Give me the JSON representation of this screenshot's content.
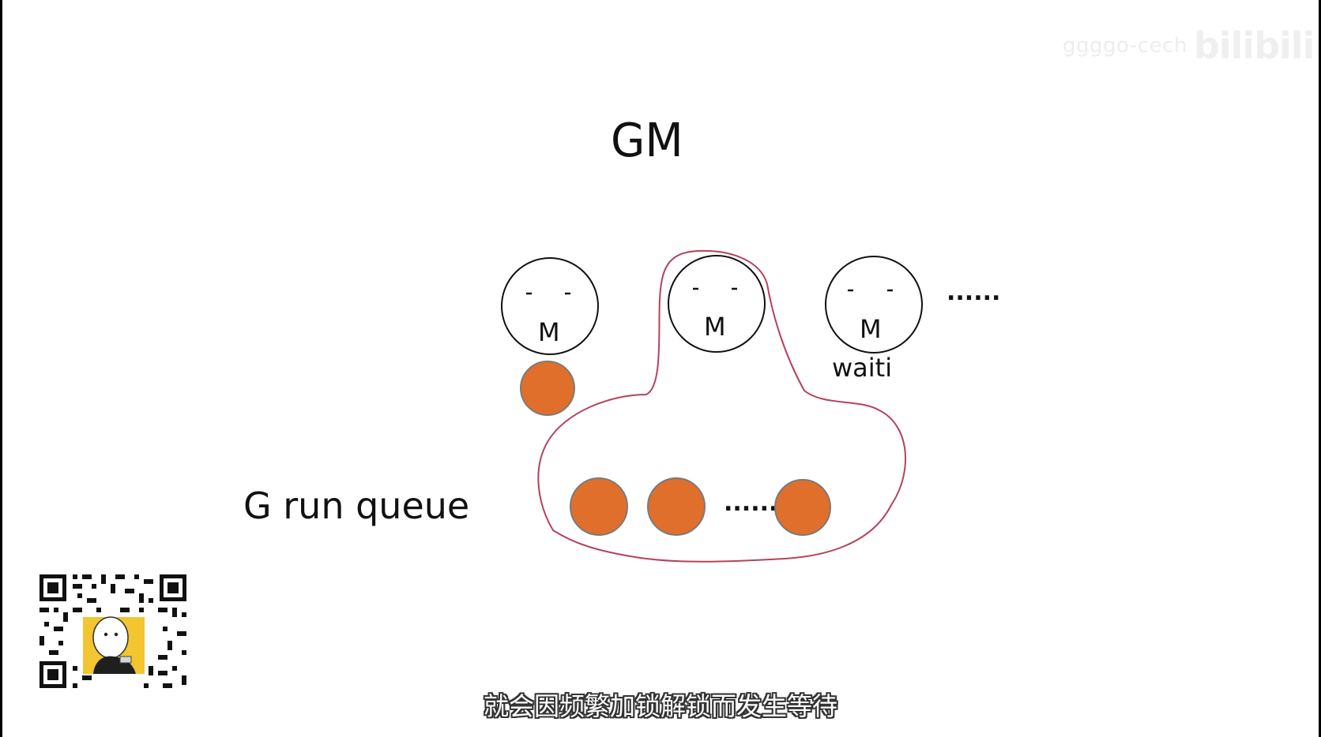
{
  "watermark": {
    "channel_id": "ggggo-cech",
    "logo_text": "bilibili"
  },
  "slide": {
    "title": "GM",
    "m_label": "M",
    "wait_label": "waiti",
    "m_ellipsis": "......",
    "queue_label": "G run queue",
    "queue_ellipsis": "......"
  },
  "subtitle": "就会因频繁加锁解锁而发生等待",
  "colors": {
    "g_fill": "#e06f2c",
    "g_stroke": "#7a7a7a",
    "lock_outline": "#b5425d",
    "ink": "#111111"
  }
}
